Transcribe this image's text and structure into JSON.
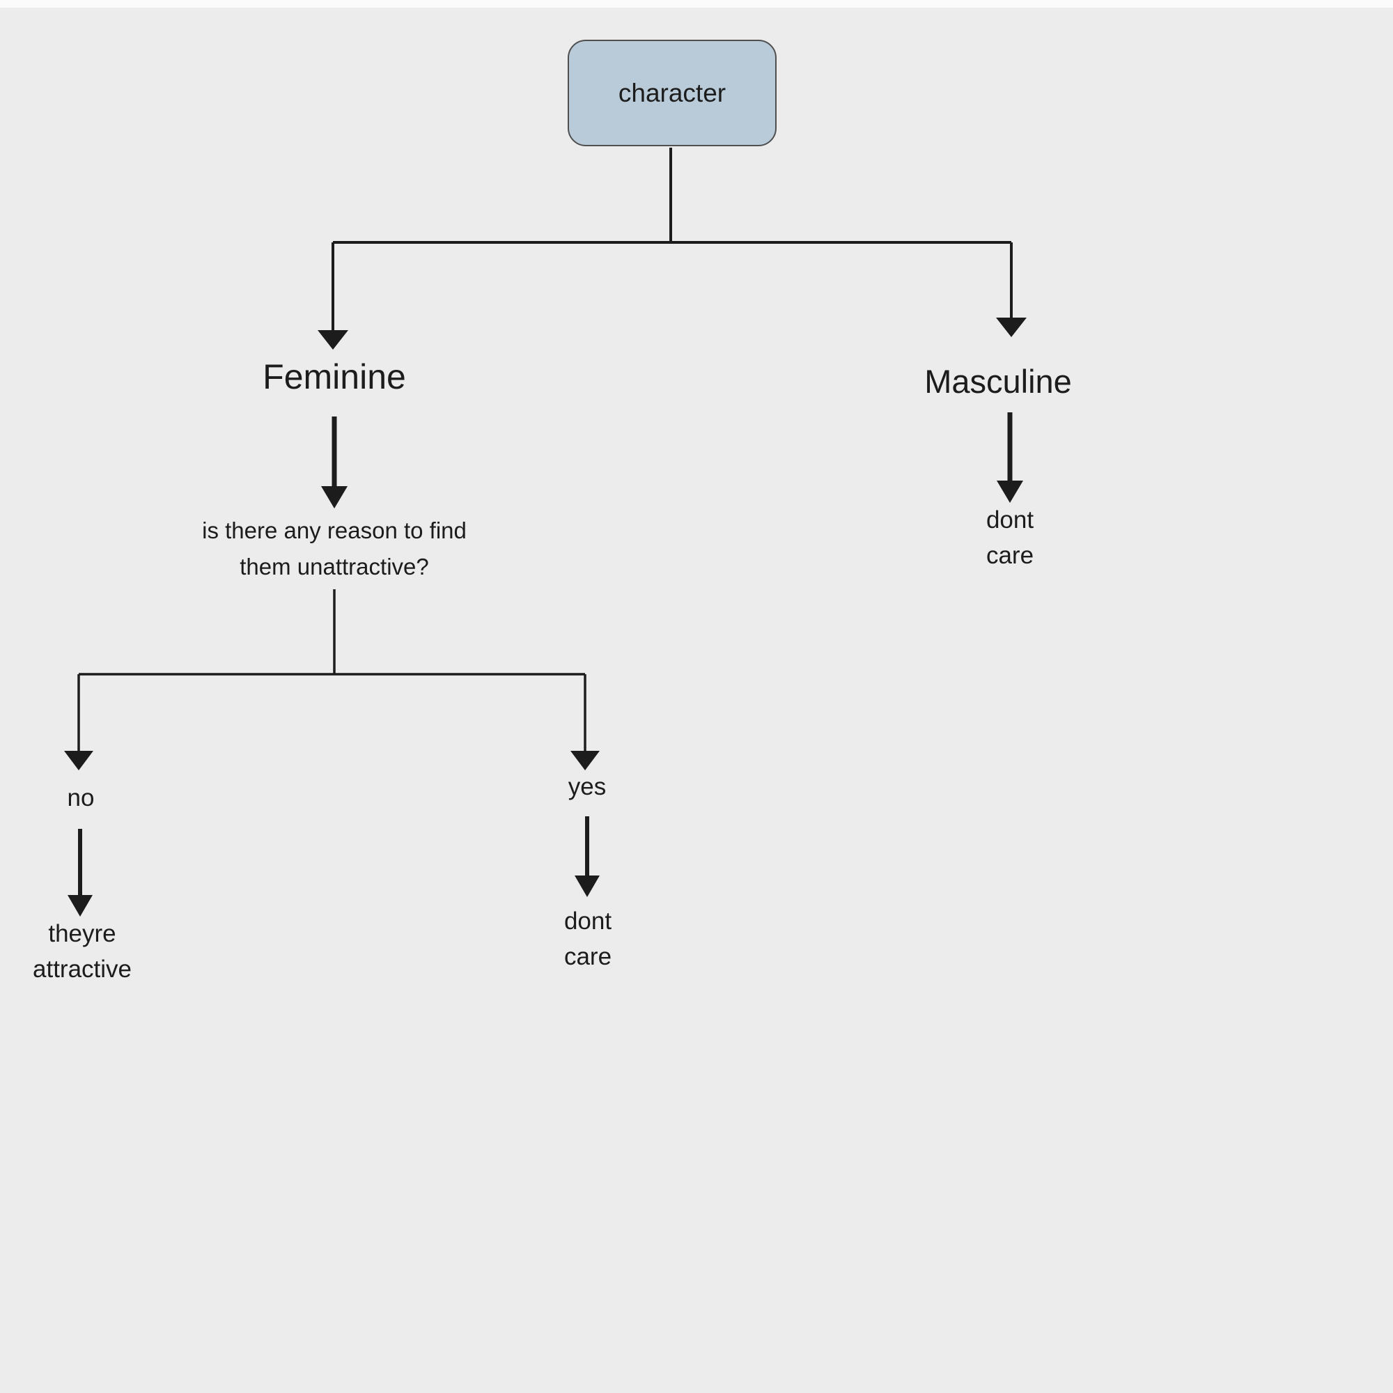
{
  "diagram": {
    "type": "flowchart",
    "colors": {
      "background": "#ececec",
      "box_fill": "#b9cbd8",
      "box_border": "#4f4f4f",
      "line": "#1c1c1c",
      "text": "#1c1c1c"
    },
    "nodes": {
      "character": {
        "label": "character",
        "shape": "rounded-box"
      },
      "feminine": {
        "label": "Feminine"
      },
      "masculine": {
        "label": "Masculine"
      },
      "question": {
        "label": "is there any reason to find\nthem unattractive?"
      },
      "no": {
        "label": "no"
      },
      "yes": {
        "label": "yes"
      },
      "attractive": {
        "label": "theyre\nattractive"
      },
      "dont_care_left": {
        "label": "dont\ncare"
      },
      "dont_care_right": {
        "label": "dont\ncare"
      }
    },
    "edges": [
      {
        "from": "character",
        "to": "feminine"
      },
      {
        "from": "character",
        "to": "masculine"
      },
      {
        "from": "feminine",
        "to": "question"
      },
      {
        "from": "question",
        "to": "no"
      },
      {
        "from": "question",
        "to": "yes"
      },
      {
        "from": "no",
        "to": "attractive"
      },
      {
        "from": "yes",
        "to": "dont_care_left"
      },
      {
        "from": "masculine",
        "to": "dont_care_right"
      }
    ]
  }
}
